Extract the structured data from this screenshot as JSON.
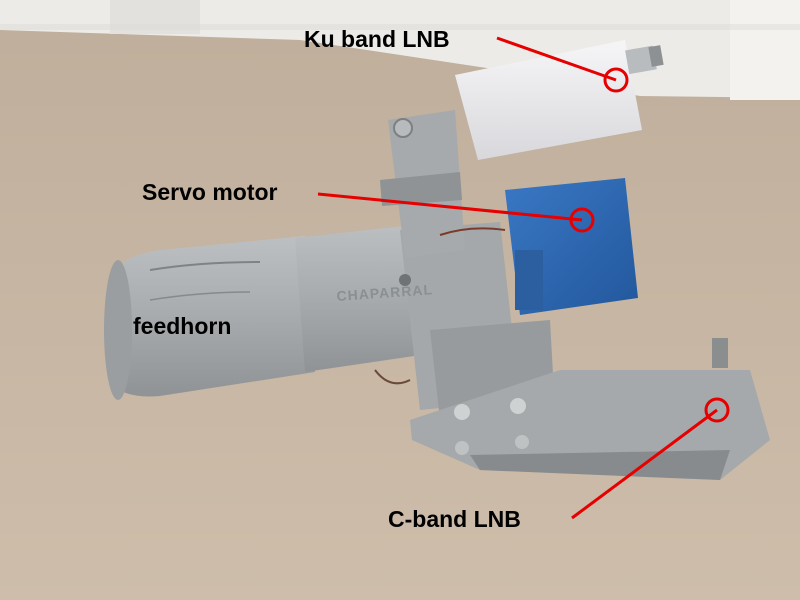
{
  "labels": {
    "ku_band_lnb": "Ku band LNB",
    "servo_motor": "Servo motor",
    "feedhorn": "feedhorn",
    "c_band_lnb": "C-band LNB"
  },
  "brand": "CHAPARRAL",
  "colors": {
    "carpet": "#c9b9a6",
    "wall": "#efedea",
    "pointer": "#e60000",
    "body_gray": "#a9adaf",
    "servo_blue": "#2d68b4",
    "lnb_white": "#eeeef0"
  }
}
